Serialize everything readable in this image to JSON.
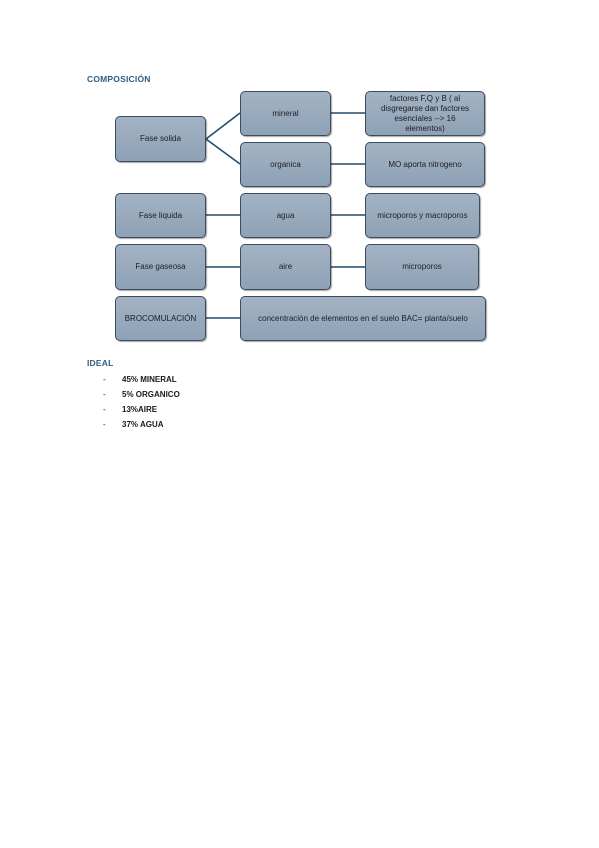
{
  "composicion": {
    "heading": "COMPOSICIÓN",
    "boxes": {
      "fase_solida": "Fase solida",
      "mineral": "mineral",
      "mineral_detail": "factores F,Q y B ( al disgregarse dan factores esenciales --> 16 elementos)",
      "organica": "organica",
      "organica_detail": "MO aporta nitrogeno",
      "fase_liquida": "Fase liquida",
      "agua": "agua",
      "agua_detail": "microporos y macroporos",
      "fase_gaseosa": "Fase gaseosa",
      "aire": "aire",
      "aire_detail": "microporos",
      "brocomulacion": "BROCOMULACIÓN",
      "brocomulacion_detail": "concentración de elementos en el suelo BAC= planta/suelo"
    }
  },
  "ideal": {
    "heading": "IDEAL",
    "items": [
      {
        "dash": "-",
        "text": "45% MINERAL"
      },
      {
        "dash": "-",
        "text": "5% ORGANICO"
      },
      {
        "dash": "-",
        "text": "13%AIRE"
      },
      {
        "dash": "-",
        "text": "37% AGUA"
      }
    ]
  },
  "colors": {
    "heading": "#2e5d84",
    "box_fill": "#96a8bb",
    "box_border": "#3a4c5e",
    "connector": "#1f4e6e"
  }
}
